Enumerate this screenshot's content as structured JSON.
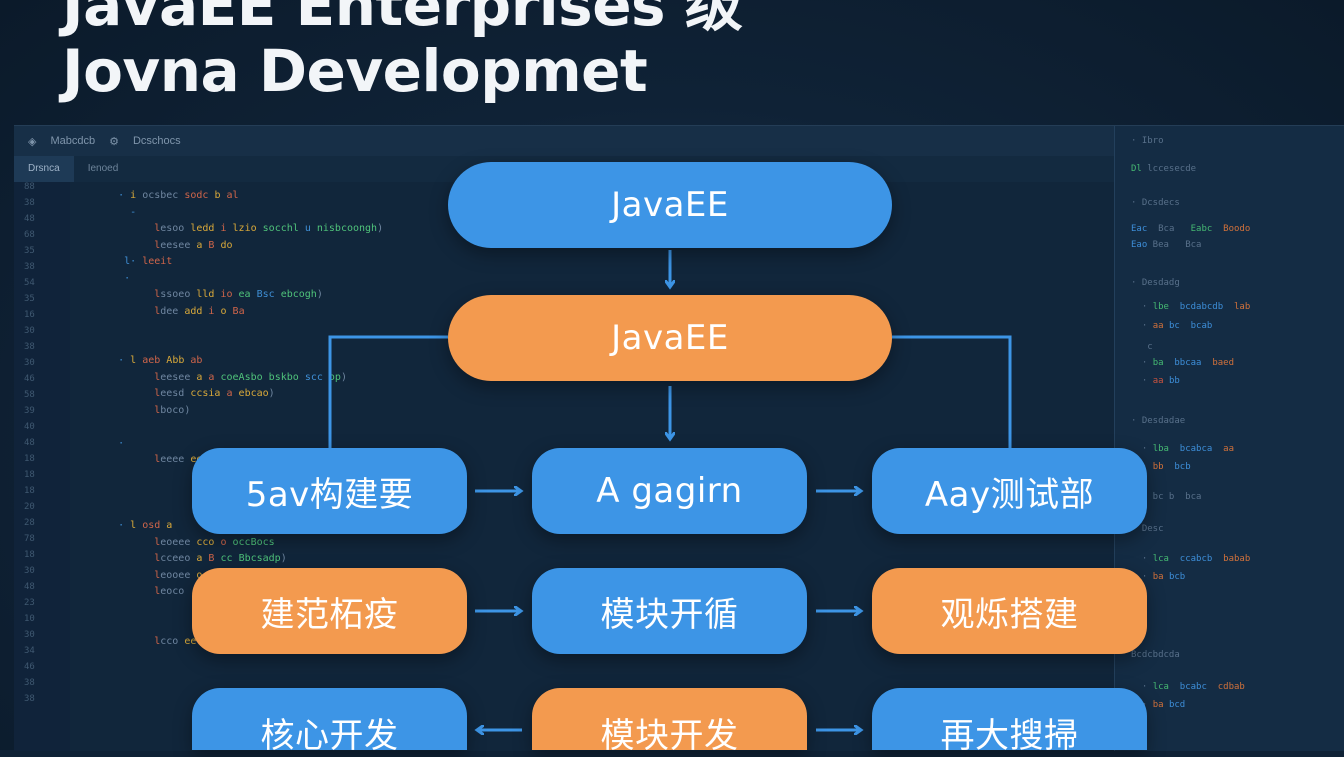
{
  "header": {
    "title_line1": "JavaEE Enterprises 级",
    "title_line2": "Jovna Developmet"
  },
  "ide": {
    "window_title": "Mabcdcb",
    "tab_title": "Dcschocs",
    "active_tab": "Drsnca",
    "tab2": "Ienoed"
  },
  "diagram": {
    "top_node": "JavaEE",
    "second_node": "JavaEE",
    "row1": [
      "5av构建要",
      "A gagirn",
      "Aay测试部"
    ],
    "row2": [
      "建范柘疫",
      "模块开循",
      "观烁搭建"
    ],
    "row3": [
      "核心开发",
      "模块开发",
      "再大搜掃"
    ]
  },
  "colors": {
    "node_blue": "#3d95e6",
    "node_orange": "#f39a4f",
    "arrow": "#3d95e6",
    "background": "#0f2236"
  }
}
